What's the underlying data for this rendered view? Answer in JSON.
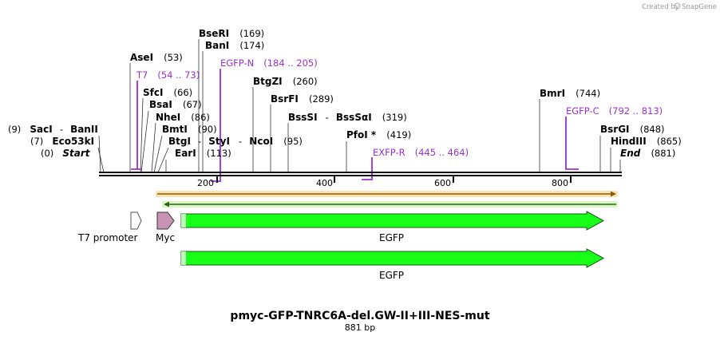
{
  "credit": "Created by",
  "brand": "SnapGene",
  "map": {
    "total_bp": 881,
    "ticks": [
      "200",
      "400",
      "600",
      "800"
    ]
  },
  "title": "pmyc-GFP-TNRC6A-del.GW-II+III-NES-mut",
  "subtitle": "881 bp",
  "sites": [
    {
      "id": "saci",
      "name": "SacI",
      "sep": "-",
      "name2": "BanII",
      "pos": "(9)",
      "bp": 9
    },
    {
      "id": "eco53ki",
      "name": "Eco53kI",
      "pos": "(7)",
      "bp": 7
    },
    {
      "id": "start",
      "name": "Start",
      "pos": "(0)",
      "bp": 0
    },
    {
      "id": "asei",
      "name": "AseI",
      "pos": "(53)",
      "bp": 53
    },
    {
      "id": "bseri",
      "name": "BseRI",
      "pos": "(169)",
      "bp": 169
    },
    {
      "id": "bani",
      "name": "BanI",
      "pos": "(174)",
      "bp": 174
    },
    {
      "id": "sfci",
      "name": "SfcI",
      "pos": "(66)",
      "bp": 66
    },
    {
      "id": "bsai",
      "name": "BsaI",
      "pos": "(67)",
      "bp": 67
    },
    {
      "id": "nhei",
      "name": "NheI",
      "pos": "(86)",
      "bp": 86
    },
    {
      "id": "bmti",
      "name": "BmtI",
      "pos": "(90)",
      "bp": 90
    },
    {
      "id": "btgi",
      "name": "BtgI",
      "sep": "-",
      "name2": "StyI",
      "sep2": "-",
      "name3": "NcoI",
      "pos": "(95)",
      "bp": 95
    },
    {
      "id": "eari",
      "name": "EarI",
      "pos": "(113)",
      "bp": 113
    },
    {
      "id": "btgzi",
      "name": "BtgZI",
      "pos": "(260)",
      "bp": 260
    },
    {
      "id": "bsrfi",
      "name": "BsrFI",
      "pos": "(289)",
      "bp": 289
    },
    {
      "id": "bsssi",
      "name": "BssSI",
      "sep": "-",
      "name2": "BssSαI",
      "pos": "(319)",
      "bp": 319
    },
    {
      "id": "pfoi",
      "name": "PfoI *",
      "pos": "(419)",
      "bp": 419
    },
    {
      "id": "bmri",
      "name": "BmrI",
      "pos": "(744)",
      "bp": 744
    },
    {
      "id": "bsrgi",
      "name": "BsrGI",
      "pos": "(848)",
      "bp": 848
    },
    {
      "id": "hindiii",
      "name": "HindIII",
      "pos": "(865)",
      "bp": 865
    },
    {
      "id": "end",
      "name": "End",
      "pos": "(881)",
      "bp": 881
    }
  ],
  "primers": [
    {
      "id": "t7",
      "name": "T7",
      "range": "(54 .. 73)"
    },
    {
      "id": "egfpn",
      "name": "EGFP-N",
      "range": "(184 .. 205)"
    },
    {
      "id": "exfpr",
      "name": "EXFP-R",
      "range": "(445 .. 464)"
    },
    {
      "id": "egfpc",
      "name": "EGFP-C",
      "range": "(792 .. 813)"
    }
  ],
  "features": [
    {
      "id": "t7-promoter",
      "label": "T7 promoter"
    },
    {
      "id": "myc",
      "label": "Myc"
    },
    {
      "id": "egfp-1",
      "label": "EGFP"
    },
    {
      "id": "egfp-2",
      "label": "EGFP"
    }
  ],
  "colors": {
    "egfp": "#18ff18",
    "myc": "#c993b3",
    "primer": "#9b30d0",
    "orf_orange": "#f0a030",
    "orf_green": "#5cb82c"
  }
}
